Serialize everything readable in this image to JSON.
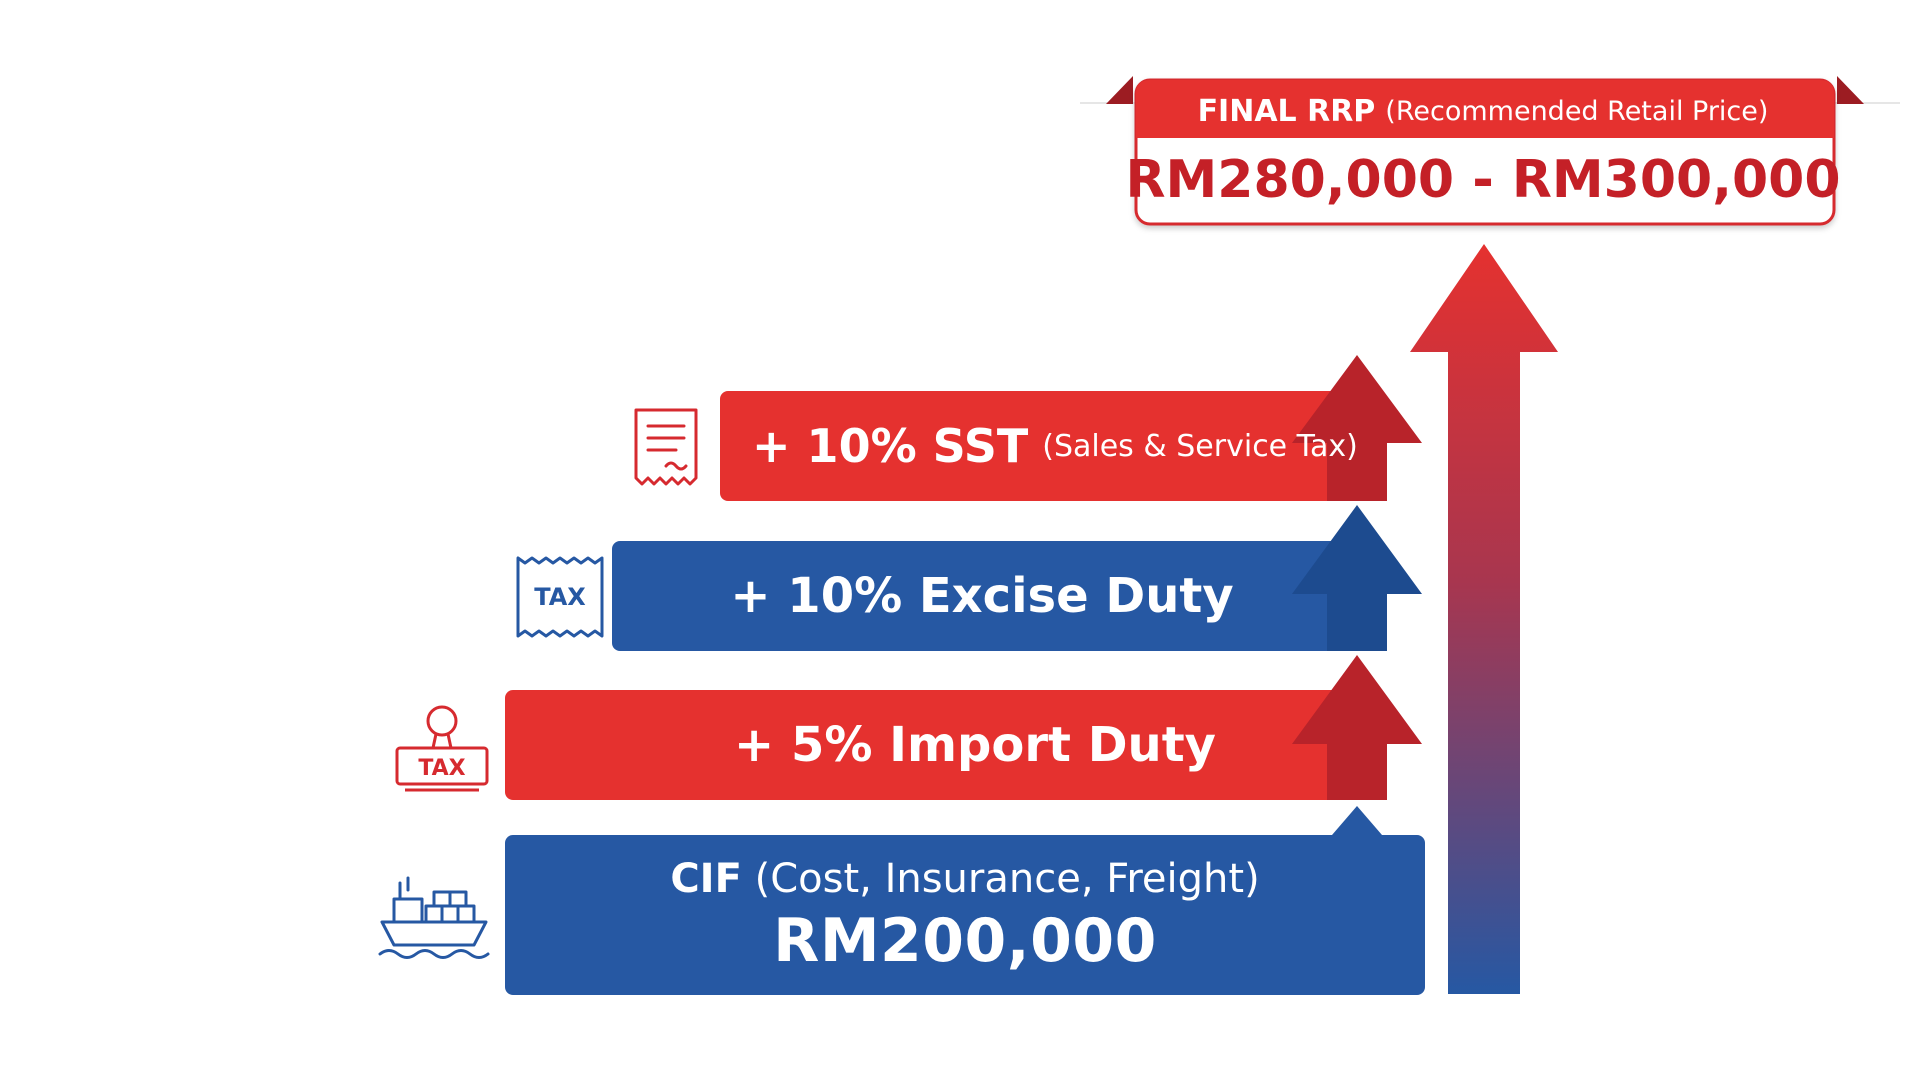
{
  "colors": {
    "red": "#e5312f",
    "dark_red": "#b8232a",
    "blue": "#2658a3",
    "dark_blue": "#1d4b8f"
  },
  "final": {
    "label_bold": "FINAL RRP",
    "label_rest": "(Recommended Retail Price)",
    "value": "RM280,000 - RM300,000"
  },
  "steps": {
    "cif": {
      "label_bold": "CIF",
      "label_rest": "(Cost, Insurance, Freight)",
      "value": "RM200,000",
      "icon": "cargo-ship-icon"
    },
    "import_duty": {
      "label": "+ 5% Import Duty",
      "icon": "tax-stamp-icon",
      "icon_text": "TAX"
    },
    "excise_duty": {
      "label": "+ 10% Excise Duty",
      "icon": "tax-ticket-icon",
      "icon_text": "TAX"
    },
    "sst": {
      "label_bold": "+ 10% SST",
      "label_rest": "(Sales & Service Tax)",
      "icon": "receipt-icon"
    }
  }
}
